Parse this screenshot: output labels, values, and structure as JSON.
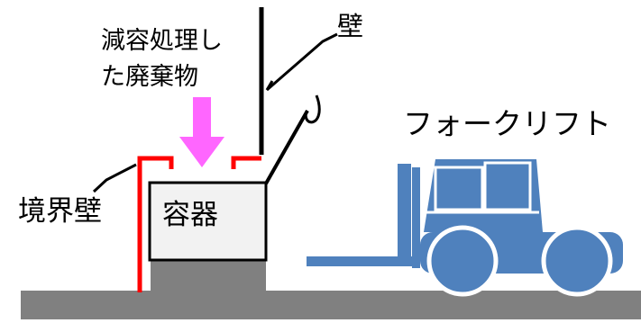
{
  "labels": {
    "waste_line1": "減容処理し",
    "waste_line2": "た廃棄物",
    "wall": "壁",
    "boundary_wall": "境界壁",
    "container": "容器",
    "forklift": "フォークリフト"
  },
  "colors": {
    "ground": "#808080",
    "container_fill": "#f2f2f2",
    "boundary_wall": "#ff0000",
    "arrow": "#ff66ff",
    "forklift": "#4f81bd",
    "wall": "#000000"
  }
}
